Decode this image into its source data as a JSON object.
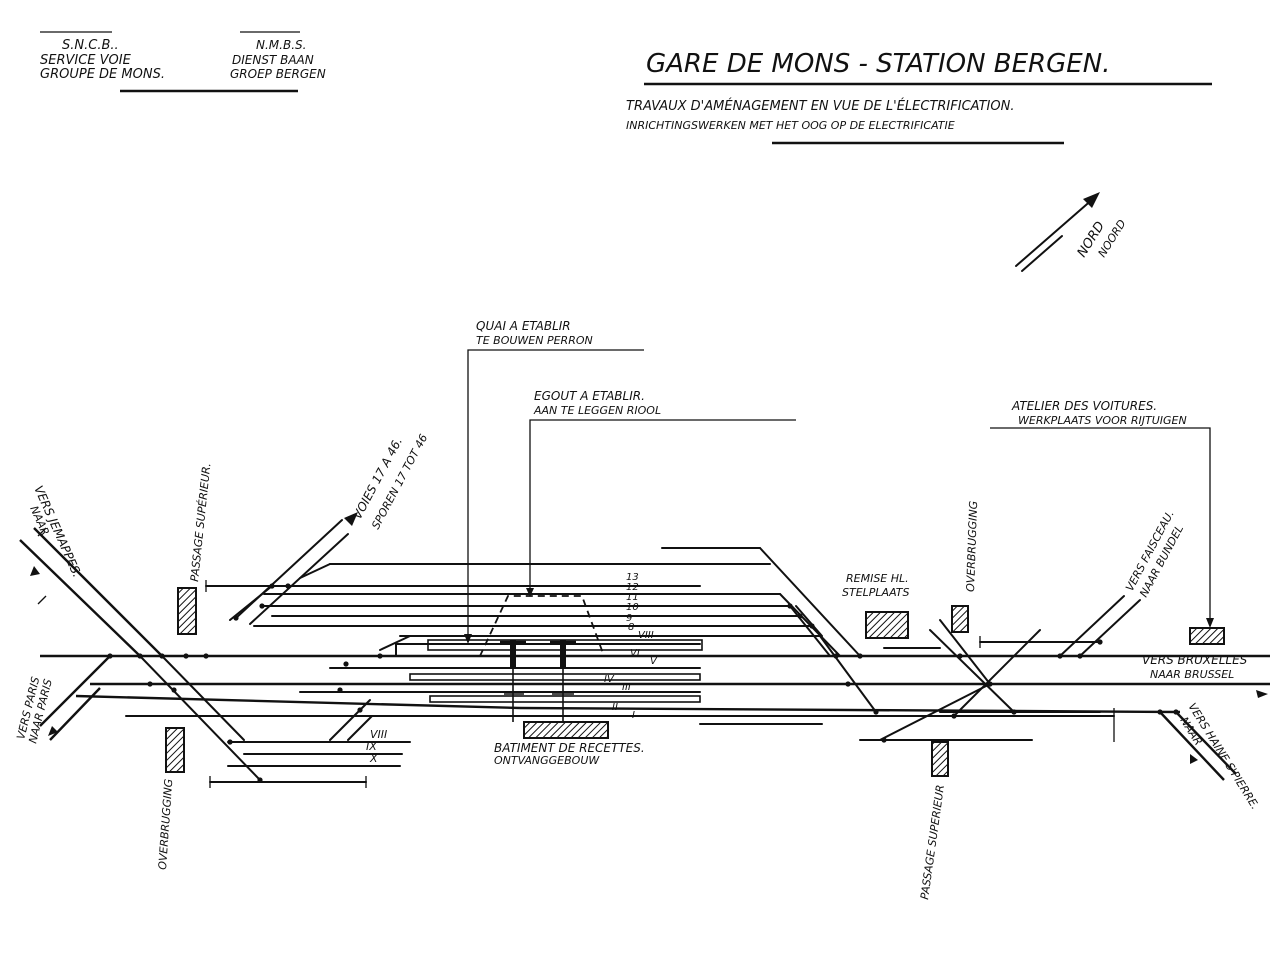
{
  "header_left": {
    "fr": [
      "S.N.C.B..",
      "SERVICE VOIE",
      "GROUPE DE MONS."
    ],
    "nl": [
      "N.M.B.S.",
      "DIENST BAAN",
      "GROEP BERGEN"
    ]
  },
  "title": "GARE DE MONS - STATION BERGEN.",
  "subtitle_fr": "TRAVAUX D'AMÉNAGEMENT EN VUE DE L'ÉLECTRIFICATION.",
  "subtitle_nl": "INRICHTINGSWERKEN MET HET OOG OP DE ELECTRIFICATIE",
  "north": {
    "fr": "NORD",
    "nl": "NOORD"
  },
  "labels": {
    "quai": [
      "QUAI A ETABLIR",
      "TE BOUWEN PERRON"
    ],
    "egout": [
      "EGOUT A ETABLIR.",
      "AAN TE LEGGEN RIOOL"
    ],
    "atelier": [
      "ATELIER DES VOITURES.",
      "WERKPLAATS VOOR RIJTUIGEN"
    ],
    "voies": [
      "VOIES 17 A 46.",
      "SPOREN 17 TOT 46"
    ],
    "jemappes": [
      "VERS JEMAPPES.",
      "NAAR"
    ],
    "passage_left": "PASSAGE SUPÉRIEUR.",
    "remise": [
      "REMISE HL.",
      "STELPLAATS"
    ],
    "overbrugging_right": "OVERBRUGGING",
    "faisceau": [
      "VERS FAISCEAU.",
      "NAAR BUNDEL"
    ],
    "bruxelles": [
      "VERS BRUXELLES",
      "NAAR BRUSSEL"
    ],
    "paris": [
      "VERS PARIS",
      "NAAR PARIS"
    ],
    "overbrugging_left": "OVERBRUGGING",
    "batiment": [
      "BATIMENT DE RECETTES.",
      "ONTVANGGEBOUW"
    ],
    "passage_right": "PASSAGE SUPERIEUR",
    "haine": [
      "VERS HAINE S'PIERRE.",
      "NAAR"
    ]
  },
  "track_numbers_upper": [
    "13",
    "12",
    "11",
    "10",
    "9",
    "8"
  ],
  "track_numbers_roman": [
    "VIII",
    "VI",
    "V",
    "IV",
    "III",
    "II",
    "I"
  ],
  "track_numbers_lower": [
    "VIII",
    "IX",
    "X"
  ]
}
